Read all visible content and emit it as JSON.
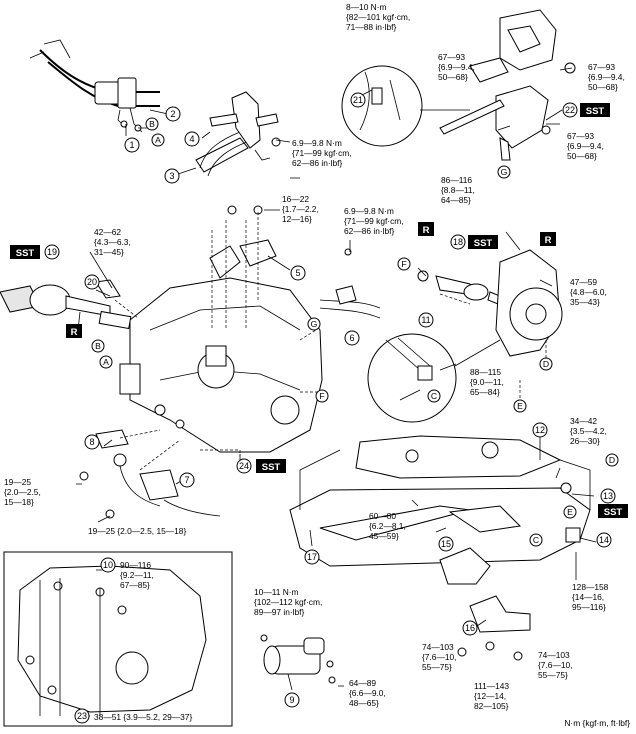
{
  "callouts": {
    "c1": "1",
    "c2": "2",
    "c3": "3",
    "c4": "4",
    "c5": "5",
    "c6": "6",
    "c7": "7",
    "c8": "8",
    "c9": "9",
    "c10": "10",
    "c11": "11",
    "c12": "12",
    "c13": "13",
    "c14": "14",
    "c15": "15",
    "c16": "16",
    "c17": "17",
    "c18": "18",
    "c19": "19",
    "c20": "20",
    "c21": "21",
    "c22": "22",
    "c23": "23",
    "c24": "24"
  },
  "letters": {
    "a": "A",
    "b": "B",
    "c": "C",
    "d": "D",
    "e": "E",
    "f": "F",
    "g": "G"
  },
  "tags": {
    "sst": "SST",
    "r": "R"
  },
  "torques": {
    "t_8_10": [
      "8—10 N·m",
      "{82—101 kgf·cm,",
      "71—88 in·lbf}"
    ],
    "t_67_93_a": [
      "67—93",
      "{6.9—9.4,",
      "50—68}"
    ],
    "t_67_93_b": [
      "67—93",
      "{6.9—9.4,",
      "50—68}"
    ],
    "t_67_93_c": [
      "67—93",
      "{6.9—9.4,",
      "50—68}"
    ],
    "t_6_9_a": [
      "6.9—9.8 N·m",
      "{71—99 kgf·cm,",
      "62—86 in·lbf}"
    ],
    "t_86_116": [
      "86—116",
      "{8.8—11,",
      "64—85}"
    ],
    "t_16_22": [
      "16—22",
      "{1.7—2.2,",
      "12—16}"
    ],
    "t_6_9_b": [
      "6.9—9.8 N·m",
      "{71—99 kgf·cm,",
      "62—86 in·lbf}"
    ],
    "t_42_62": [
      "42—62",
      "{4.3—6.3,",
      "31—45}"
    ],
    "t_47_59": [
      "47—59",
      "{4.8—6.0,",
      "35—43}"
    ],
    "t_88_115": [
      "88—115",
      "{9.0—11,",
      "65—84}"
    ],
    "t_34_42": [
      "34—42",
      "{3.5—4.2,",
      "26—30}"
    ],
    "t_19_25_a": [
      "19—25",
      "{2.0—2.5,",
      "15—18}"
    ],
    "t_19_25_b": [
      "19—25 {2.0—2.5, 15—18}"
    ],
    "t_60_80": [
      "60—80",
      "{6.2—8.1,",
      "45—59}"
    ],
    "t_128_158": [
      "128—158",
      "{14—16,",
      "95—116}"
    ],
    "t_90_116": [
      "90—116",
      "{9.2—11,",
      "67—85}"
    ],
    "t_10_11": [
      "10—11 N·m",
      "{102—112 kgf·cm,",
      "89—97 in·lbf}"
    ],
    "t_64_89": [
      "64—89",
      "{6.6—9.0,",
      "48—65}"
    ],
    "t_74_103_a": [
      "74—103",
      "{7.6—10,",
      "55—75}"
    ],
    "t_74_103_b": [
      "74—103",
      "{7.6—10,",
      "55—75}"
    ],
    "t_111_143": [
      "111—143",
      "{12—14,",
      "82—105}"
    ],
    "t_38_51": [
      "38—51 {3.9—5.2, 29—37}"
    ]
  },
  "unit_legend": "N·m {kgf·m, ft·lbf}"
}
